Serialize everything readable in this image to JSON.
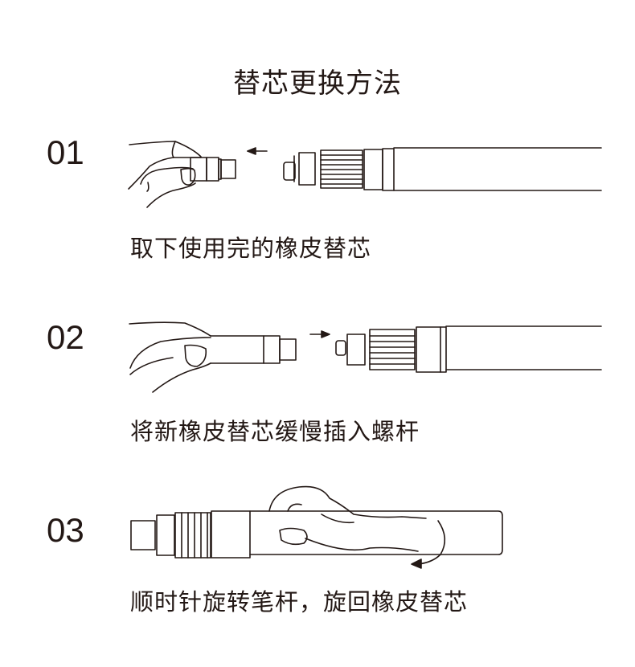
{
  "title": "替芯更换方法",
  "steps": [
    {
      "number": "01",
      "text": "取下使用完的橡皮替芯"
    },
    {
      "number": "02",
      "text": "将新橡皮替芯缓慢插入螺杆"
    },
    {
      "number": "03",
      "text": "顺时针旋转笔杆，旋回橡皮替芯"
    }
  ]
}
